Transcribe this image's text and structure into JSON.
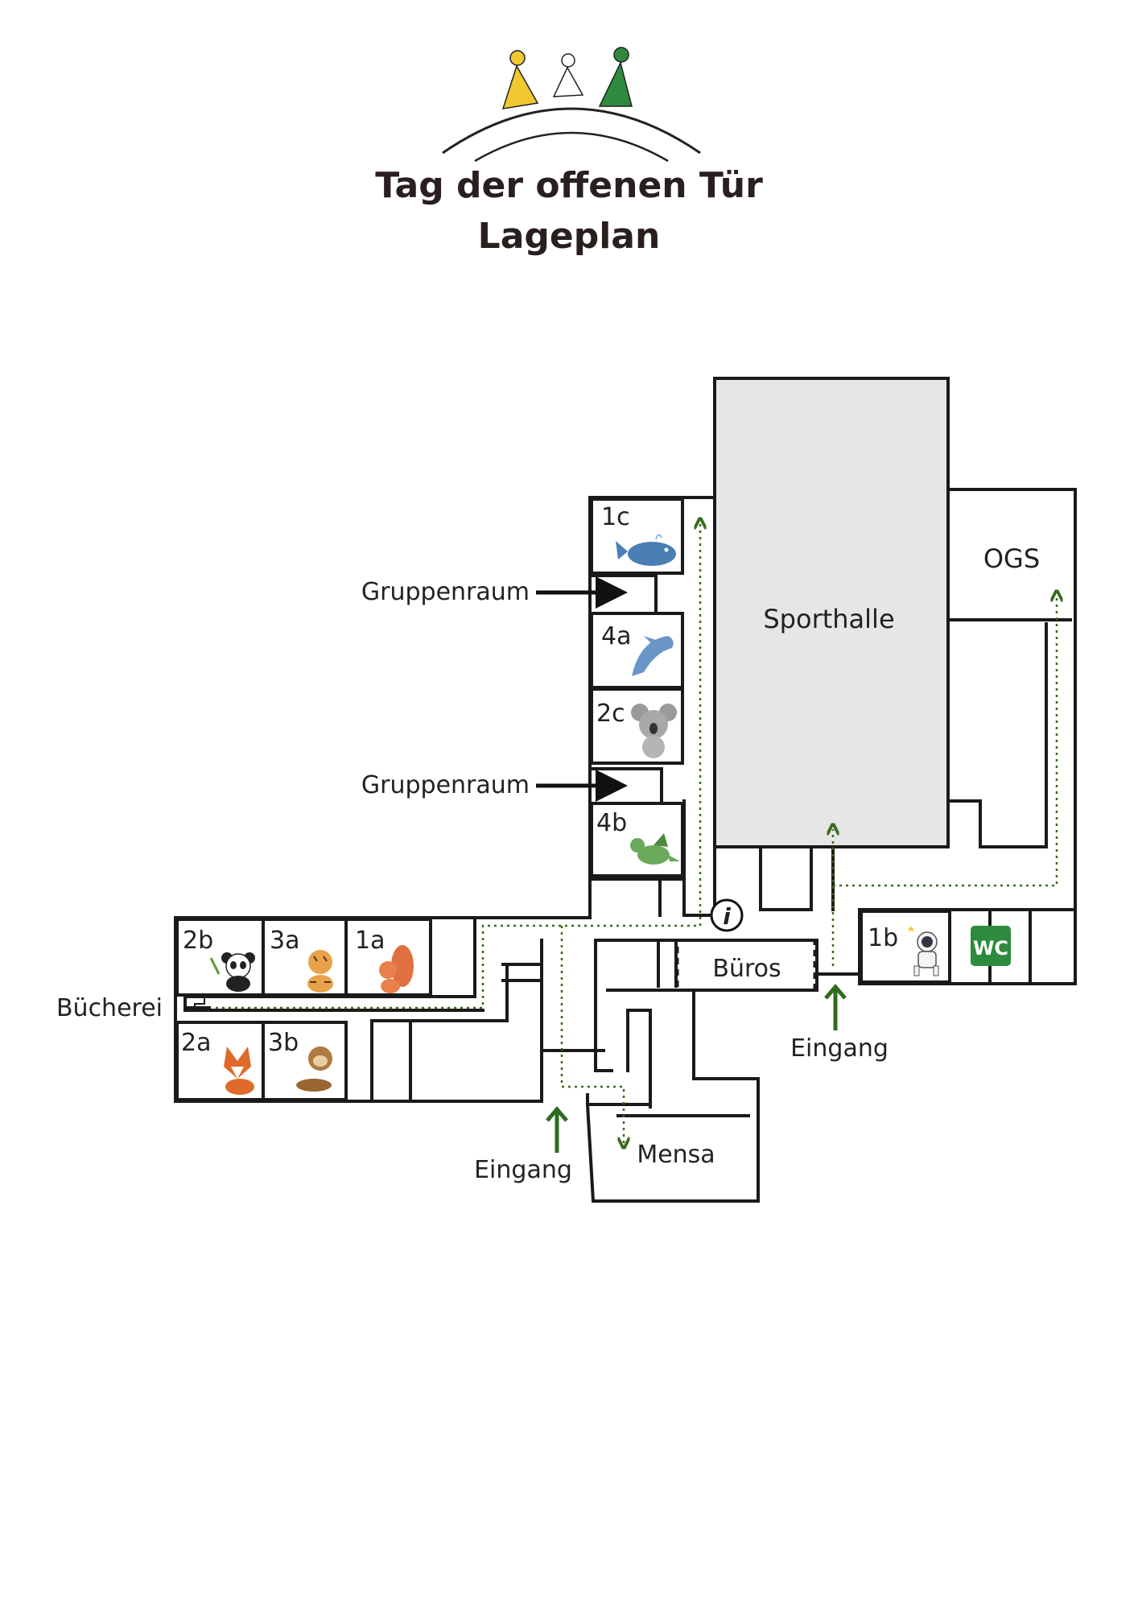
{
  "header": {
    "title": "Tag der offenen Tür",
    "subtitle": "Lageplan"
  },
  "colors": {
    "wall": "#1a1a1a",
    "sports_hall_fill": "#e6e6e6",
    "route": "#3a6b1a",
    "entrance_arrow": "#2e6b1e",
    "wc_badge": "#2e8b3e",
    "logo_yellow": "#f0c830",
    "logo_green": "#2e8b3e"
  },
  "rooms": {
    "r1c": {
      "label": "1c",
      "icon": "whale-icon"
    },
    "r4a": {
      "label": "4a",
      "icon": "dolphin-icon"
    },
    "r2c": {
      "label": "2c",
      "icon": "koala-icon"
    },
    "r4b": {
      "label": "4b",
      "icon": "dragon-icon"
    },
    "r2b": {
      "label": "2b",
      "icon": "panda-icon"
    },
    "r3a": {
      "label": "3a",
      "icon": "tiger-icon"
    },
    "r1a": {
      "label": "1a",
      "icon": "squirrel-icon"
    },
    "r2a": {
      "label": "2a",
      "icon": "fox-icon"
    },
    "r3b": {
      "label": "3b",
      "icon": "otter-icon"
    },
    "r1b": {
      "label": "1b",
      "icon": "astronaut-icon"
    }
  },
  "areas": {
    "sporthalle": "Sporthalle",
    "ogs": "OGS",
    "bueros": "Büros",
    "mensa": "Mensa",
    "buecherei": "Bücherei",
    "wc": "WC",
    "info": "i"
  },
  "callouts": {
    "gruppenraum_1": "Gruppenraum",
    "gruppenraum_2": "Gruppenraum"
  },
  "entrances": {
    "entrance_1": "Eingang",
    "entrance_2": "Eingang"
  }
}
